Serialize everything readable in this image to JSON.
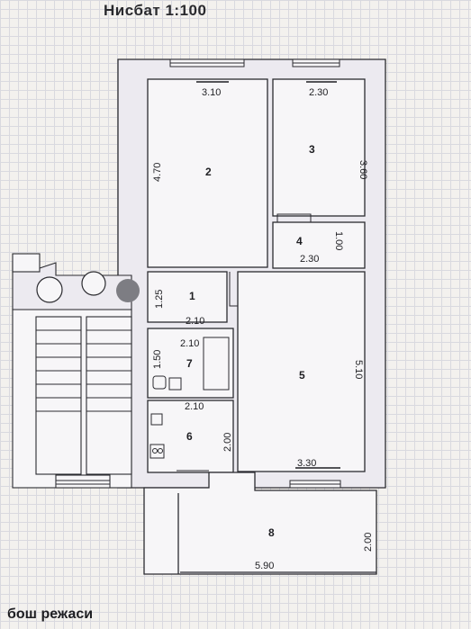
{
  "header": {
    "title": "Нисбат 1:100"
  },
  "footer": {
    "caption": "бош режаси"
  },
  "rooms": [
    {
      "number": "1",
      "dims": [
        "1.25",
        "2.10"
      ]
    },
    {
      "number": "2",
      "dims": [
        "3.10",
        "4.70"
      ]
    },
    {
      "number": "3",
      "dims": [
        "2.30",
        "3.60"
      ]
    },
    {
      "number": "4",
      "dims": [
        "2.30",
        "1.00"
      ]
    },
    {
      "number": "5",
      "dims": [
        "3.30",
        "5.10"
      ]
    },
    {
      "number": "6",
      "dims": [
        "2.10",
        "2.00"
      ]
    },
    {
      "number": "7",
      "dims": [
        "2.10",
        "1.50"
      ]
    },
    {
      "number": "8",
      "dims": [
        "5.90",
        "2.00"
      ]
    }
  ],
  "colors": {
    "wall": "#eceaf0",
    "line": "#2b2b30",
    "background": "#f3f1ee"
  }
}
